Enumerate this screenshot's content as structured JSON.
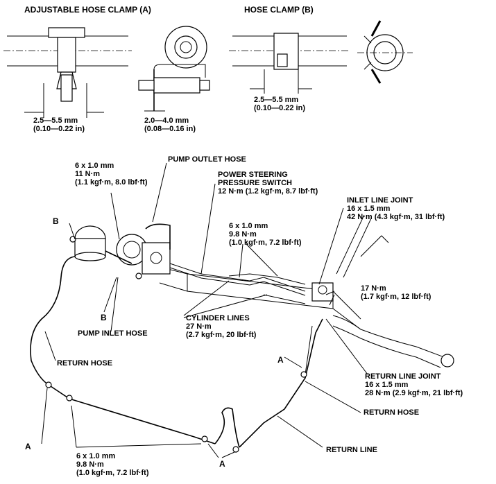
{
  "clamp_a": {
    "title": "ADJUSTABLE HOSE CLAMP (A)",
    "dim1": [
      "2.5—5.5 mm",
      "(0.10—0.22 in)"
    ],
    "dim2": [
      "2.0—4.0 mm",
      "(0.08—0.16 in)"
    ]
  },
  "clamp_b": {
    "title": "HOSE CLAMP (B)",
    "dim": [
      "2.5—5.5 mm",
      "(0.10—0.22 in)"
    ]
  },
  "labels": {
    "pump_bolt": [
      "6 x 1.0 mm",
      "11 N·m",
      "(1.1 kgf·m, 8.0 lbf·ft)"
    ],
    "pump_outlet_hose": "PUMP OUTLET HOSE",
    "ps_switch": [
      "POWER STEERING",
      "PRESSURE SWITCH",
      "12 N·m (1.2 kgf·m, 8.7 lbf·ft)"
    ],
    "inlet_line_joint": [
      "INLET LINE JOINT",
      "16 x 1.5 mm",
      "42 N·m (4.3 kgf·m, 31 lbf·ft)"
    ],
    "bracket_bolt": [
      "6 x 1.0 mm",
      "9.8 N·m",
      "(1.0 kgf·m, 7.2 lbf·ft)"
    ],
    "b_top": "B",
    "b_bottom": "B",
    "torque_17": [
      "17 N·m",
      "(1.7 kgf·m, 12 lbf·ft)"
    ],
    "cylinder_lines": [
      "CYLINDER LINES",
      "27 N·m",
      "(2.7 kgf·m, 20 lbf·ft)"
    ],
    "pump_inlet_hose": "PUMP INLET HOSE",
    "return_hose_left": "RETURN HOSE",
    "a_mid": "A",
    "return_line_joint": [
      "RETURN LINE JOINT",
      "16 x 1.5 mm",
      "28 N·m (2.9 kgf·m, 21 lbf·ft)"
    ],
    "a_left": "A",
    "return_hose_right": "RETURN HOSE",
    "bottom_bolt": [
      "6 x 1.0 mm",
      "9.8 N·m",
      "(1.0 kgf·m, 7.2 lbf·ft)"
    ],
    "a_bottom": "A",
    "return_line": "RETURN LINE"
  }
}
